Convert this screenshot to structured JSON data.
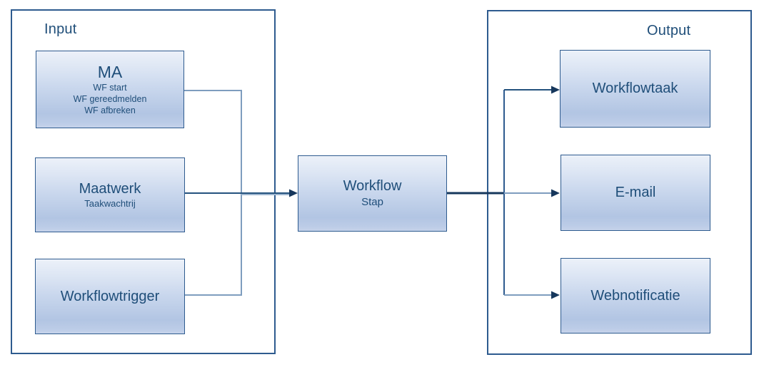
{
  "diagram": {
    "groups": {
      "input": {
        "label": "Input"
      },
      "output": {
        "label": "Output"
      }
    },
    "nodes": {
      "ma": {
        "title": "MA",
        "lines": [
          "WF start",
          "WF gereedmelden",
          "WF afbreken"
        ]
      },
      "maatwerk": {
        "title": "Maatwerk",
        "subtitle": "Taakwachtrij"
      },
      "workflowtrigger": {
        "title": "Workflowtrigger"
      },
      "workflow": {
        "title": "Workflow",
        "subtitle": "Stap"
      },
      "workflowtaak": {
        "title": "Workflowtaak"
      },
      "email": {
        "title": "E-mail"
      },
      "webnotificatie": {
        "title": "Webnotificatie"
      }
    },
    "edges": [
      {
        "from": "MA",
        "to": "Workflow"
      },
      {
        "from": "Maatwerk",
        "to": "Workflow"
      },
      {
        "from": "Workflowtrigger",
        "to": "Workflow"
      },
      {
        "from": "Workflow",
        "to": "Workflowtaak"
      },
      {
        "from": "Workflow",
        "to": "E-mail"
      },
      {
        "from": "Workflow",
        "to": "Webnotificatie"
      }
    ],
    "colors": {
      "box_border": "#2e5b8f",
      "text": "#1f4e79",
      "box_fill_top": "#ecf1f9",
      "box_fill_bottom": "#b2c5e3",
      "connector_dark": "#24527e",
      "connector_light": "#7e9dbe",
      "connector_thick": "#16375c"
    }
  }
}
